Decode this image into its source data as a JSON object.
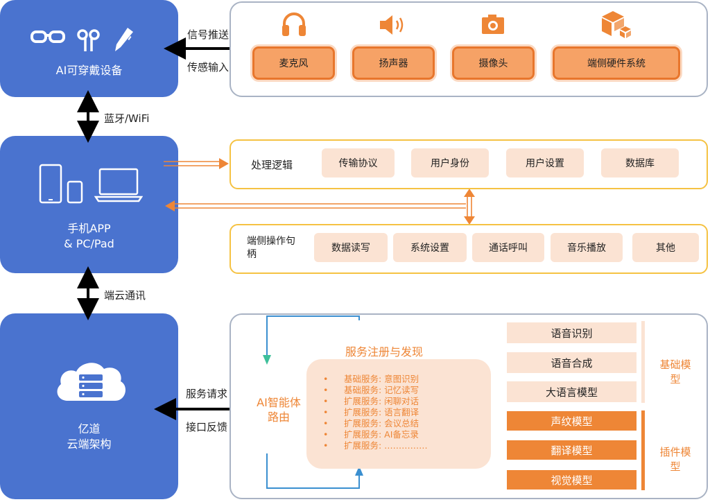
{
  "left": {
    "wearable": "AI可穿戴设备",
    "phone": "手机APP\n& PC/Pad",
    "cloud": "亿道\n云端架构"
  },
  "arrows": {
    "signal_push": "信号推送",
    "sensor_input": "传感输入",
    "bt_wifi": "蓝牙/WiFi",
    "cloud_comm": "端云通讯",
    "service_request": "服务请求",
    "interface_feedback": "接口反馈"
  },
  "hardware": {
    "items": [
      "麦克风",
      "扬声器",
      "摄像头",
      "端侧硬件系统"
    ],
    "icons": [
      "headphones-icon",
      "speaker-icon",
      "camera-icon",
      "hardware-cube-icon"
    ]
  },
  "logic": {
    "title": "处理逻辑",
    "items": [
      "传输协议",
      "用户身份",
      "用户设置",
      "数据库"
    ]
  },
  "handle": {
    "title": "端侧操作句\n柄",
    "items": [
      "数据读写",
      "系统设置",
      "通话呼叫",
      "音乐播放",
      "其他"
    ]
  },
  "cloud_panel": {
    "router": "AI智能体\n路由",
    "registry_title": "服务注册与发现",
    "services": [
      "基础服务: 意图识别",
      "基础服务: 记忆读写",
      "扩展服务: 闲聊对话",
      "扩展服务: 语言翻译",
      "扩展服务: 会议总结",
      "扩展服务: AI备忘录",
      "扩展服务: ……………"
    ],
    "base_models": [
      "语音识别",
      "语音合成",
      "大语言模型"
    ],
    "base_label": "基础模\n型",
    "plugin_models": [
      "声纹模型",
      "翻译模型",
      "视觉模型"
    ],
    "plugin_label": "插件模\n型"
  },
  "colors": {
    "blue": "#4a73cf",
    "orange": "#ee8636",
    "yellow": "#f5c242",
    "peach": "#fbe3d3"
  }
}
